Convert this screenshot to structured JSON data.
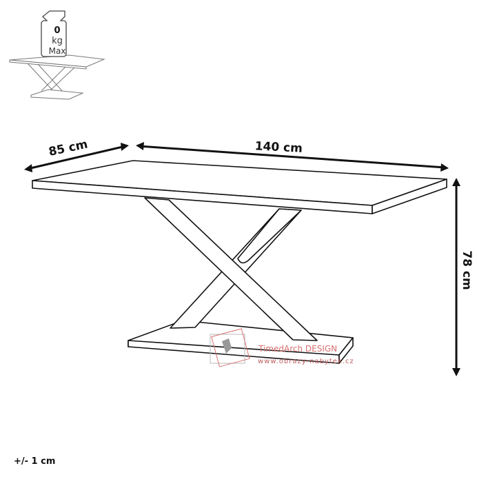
{
  "badge": {
    "weight_value": "0",
    "weight_unit": "kg",
    "weight_suffix": "Max"
  },
  "dimensions": {
    "depth": "85 cm",
    "width": "140 cm",
    "height": "78 cm"
  },
  "tolerance": "+/- 1 cm",
  "watermark": {
    "brand": "TimedArch DESIGN",
    "url": "www.obrazy-nabytek.cz"
  },
  "colors": {
    "line": "#111111",
    "watermark_red": "#d87070",
    "watermark_gray": "#b8b8b8"
  }
}
